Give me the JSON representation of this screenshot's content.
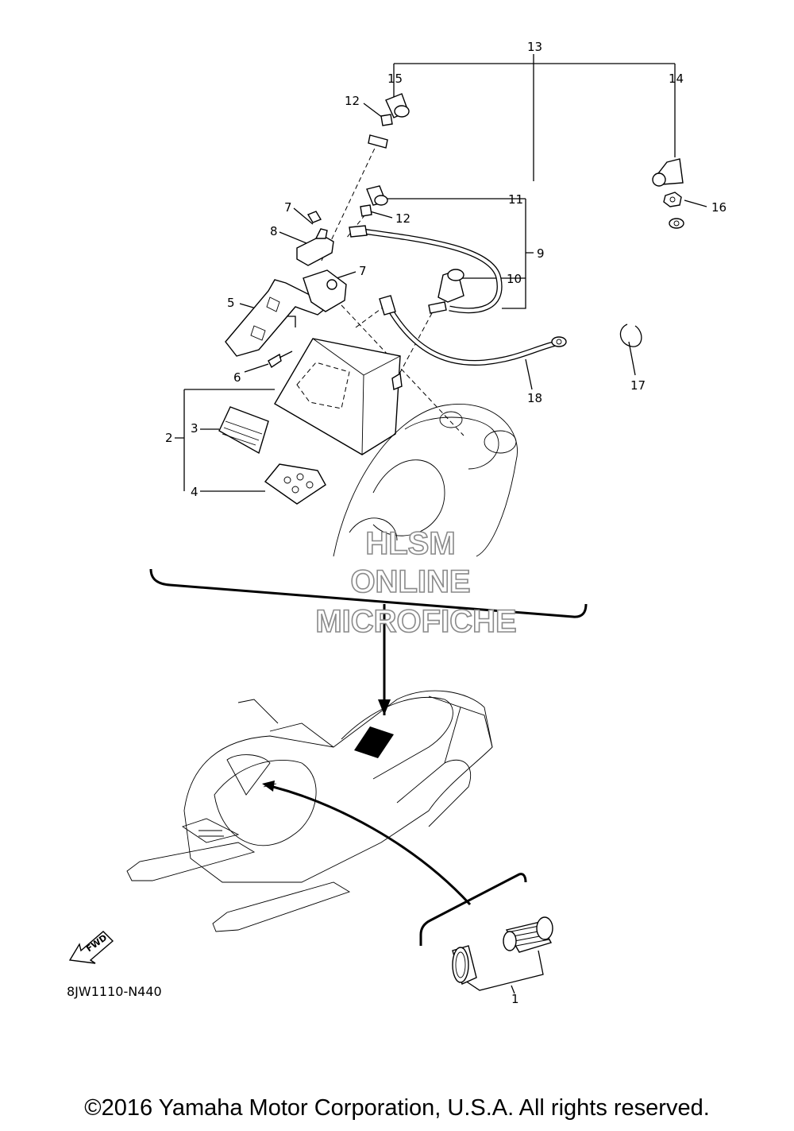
{
  "diagram_code": "8JW1110-N440",
  "copyright": "©2016 Yamaha Motor Corporation, U.S.A. All rights reserved.",
  "fwd_label": "FWD",
  "watermark": {
    "line1": "HLSM",
    "line2": "ONLINE",
    "line3": "MICROFICHE"
  },
  "callouts": {
    "c1": "1",
    "c2": "2",
    "c3": "3",
    "c4": "4",
    "c5": "5",
    "c6": "6",
    "c7a": "7",
    "c7b": "7",
    "c8": "8",
    "c9": "9",
    "c10": "10",
    "c11": "11",
    "c12a": "12",
    "c12b": "12",
    "c13": "13",
    "c14": "14",
    "c15": "15",
    "c16": "16",
    "c17": "17",
    "c18": "18"
  }
}
